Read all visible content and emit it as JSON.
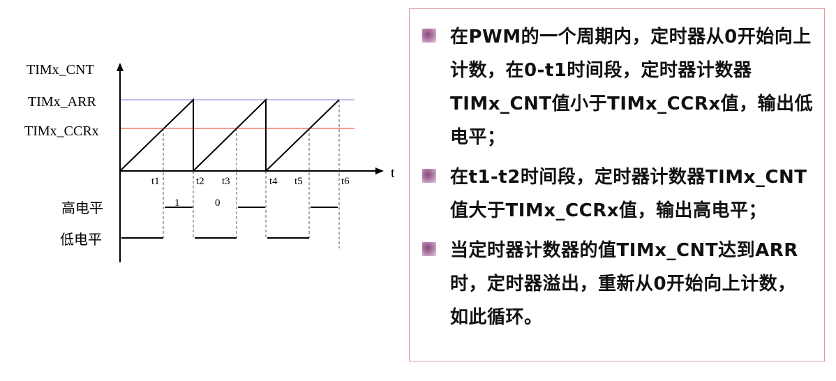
{
  "diagram": {
    "y_axis_label": "TIMx_CNT",
    "arr_label": "TIMx_ARR",
    "ccr_label": "TIMx_CCRx",
    "x_axis_label": "t",
    "time_marks": [
      "t1",
      "t2",
      "t3",
      "t4",
      "t5",
      "t6"
    ],
    "high_label": "高电平",
    "low_label": "低电平",
    "value_one": "1",
    "value_zero": "0",
    "colors": {
      "arr_line": "#b9a3e0",
      "ccr_line": "#f0624f"
    }
  },
  "bullets": [
    "在PWM的一个周期内，定时器从0开始向上计数，在0-t1时间段，定时器计数器TIMx_CNT值小于TIMx_CCRx值，输出低电平；",
    "在t1-t2时间段，定时器计数器TIMx_CNT值大于TIMx_CCRx值，输出高电平；",
    "当定时器计数器的值TIMx_CNT达到ARR时，定时器溢出，重新从0开始向上计数，如此循环。"
  ]
}
